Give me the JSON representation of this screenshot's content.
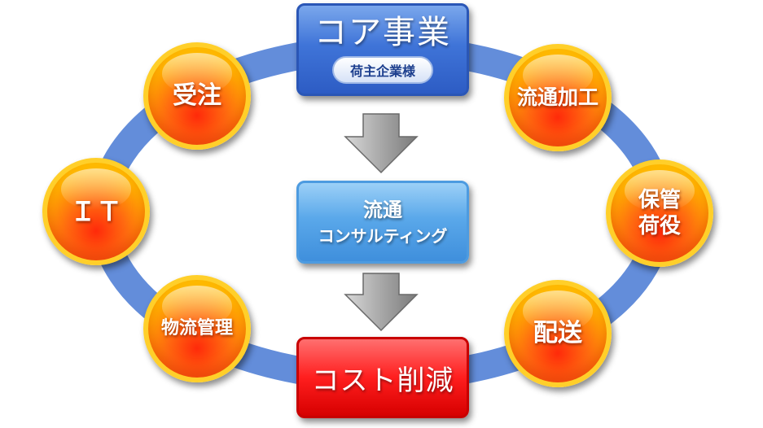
{
  "core_box": {
    "title": "コア事業",
    "subtitle": "荷主企業様"
  },
  "consulting_box": {
    "line1": "流通",
    "line2": "コンサルティング"
  },
  "cost_box": {
    "title": "コスト削減"
  },
  "circles": [
    {
      "id": "order",
      "label": "受注"
    },
    {
      "id": "distribution-processing",
      "label": "流通加工"
    },
    {
      "id": "it",
      "label": "ＩＴ"
    },
    {
      "id": "storage-handling",
      "label": "保管\n荷役"
    },
    {
      "id": "logistics-management",
      "label": "物流管理"
    },
    {
      "id": "delivery",
      "label": "配送"
    }
  ],
  "colors": {
    "ring": "#5b87d8",
    "circle_border": "#ffcf2a",
    "core_blue": "#3f74d8",
    "consult_blue": "#5aa8ea",
    "cost_red": "#ff1e1e",
    "arrow_gray": "#9a9a9a"
  },
  "icons": [
    "down-arrow-icon",
    "down-arrow-icon"
  ]
}
